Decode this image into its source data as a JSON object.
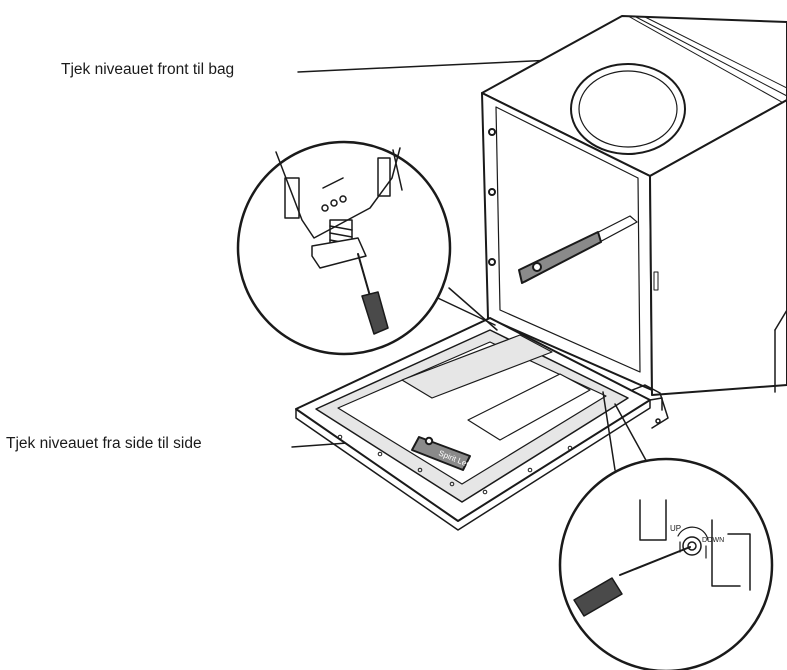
{
  "callouts": {
    "front_to_back": "Tjek niveauet front til bag",
    "side_to_side": "Tjek niveauet fra side til side"
  },
  "tool_labels": {
    "spirit_level": "Spirit Level",
    "up": "UP",
    "down": "DOWN"
  },
  "colors": {
    "line": "#1a1a1a",
    "fill": "#ffffff",
    "tray_shade": "#e6e6e6",
    "level_fill": "#8a8a8a",
    "handle": "#4a4a4a"
  }
}
